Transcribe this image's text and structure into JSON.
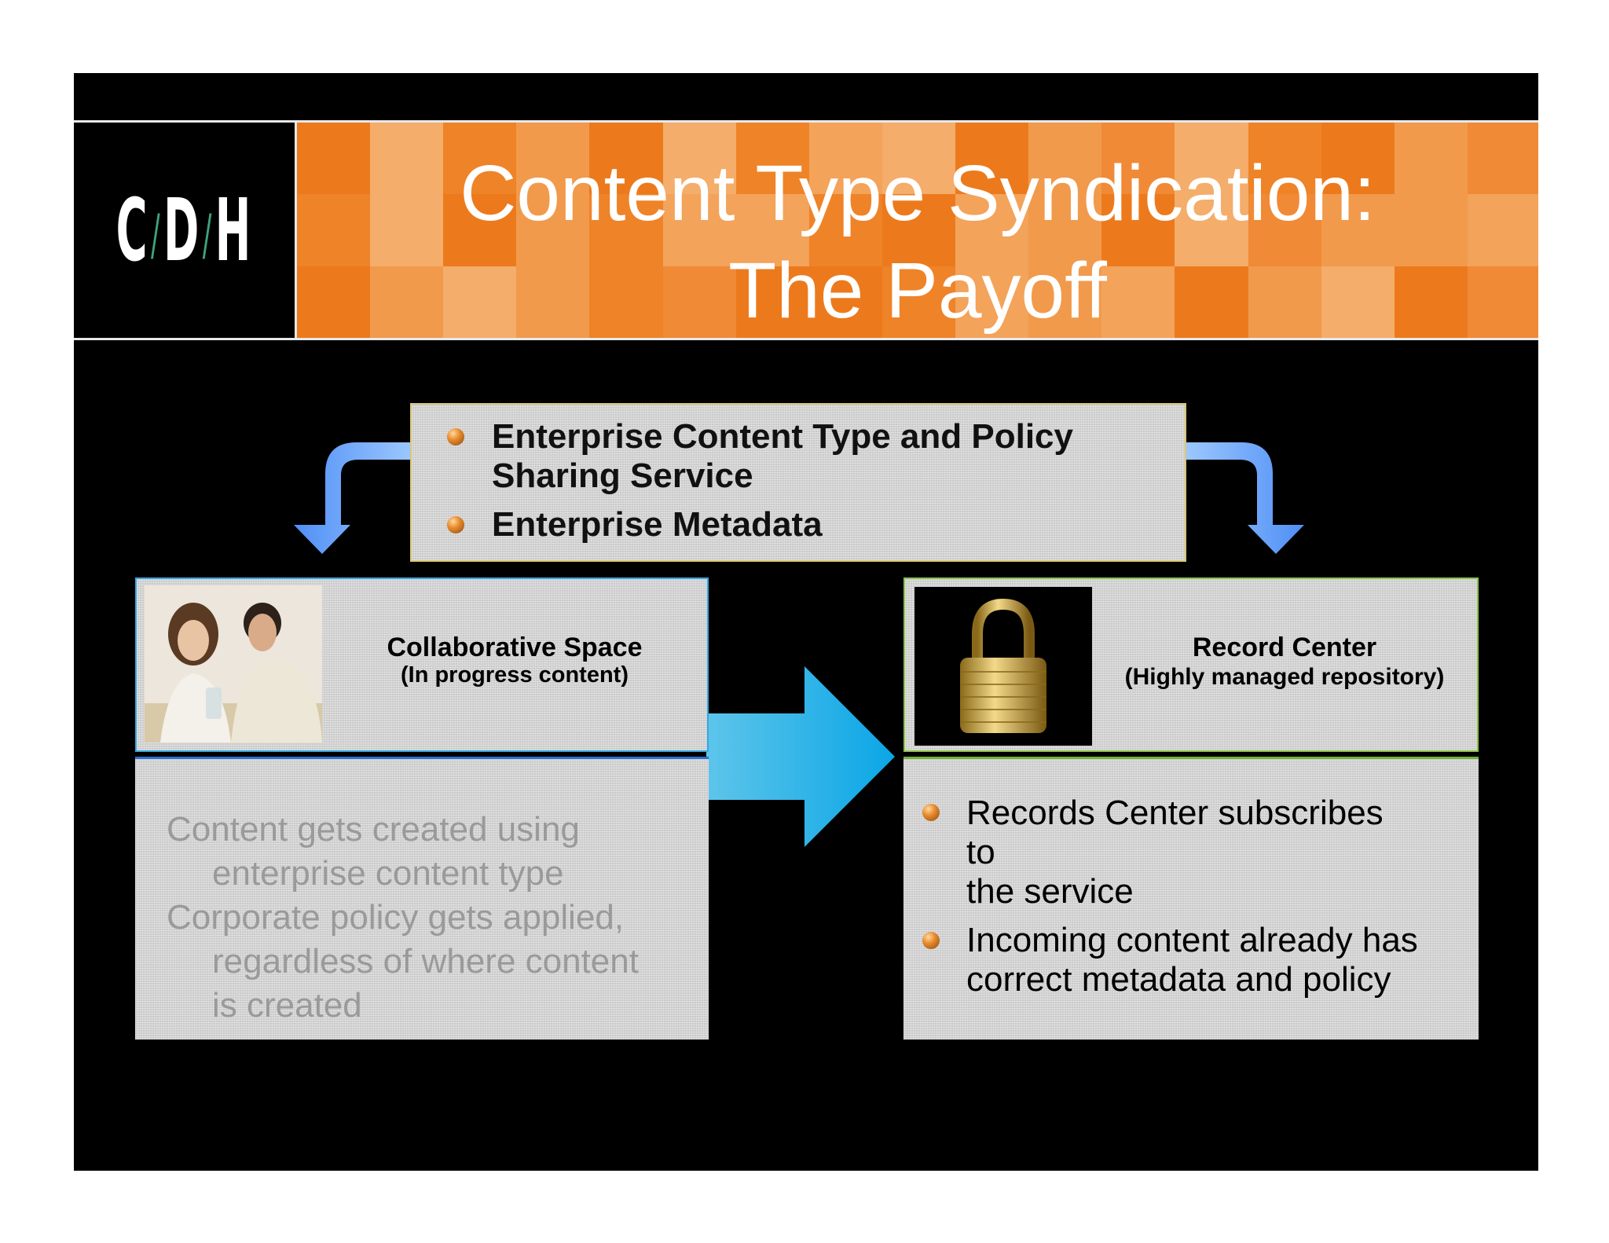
{
  "header": {
    "logo": {
      "letters": [
        "C",
        "D",
        "H"
      ],
      "separator": "/"
    },
    "title_line1": "Content Type Syndication:",
    "title_line2": "The Payoff"
  },
  "service_panel": {
    "items": [
      {
        "line1": "Enterprise Content Type and Policy",
        "line2": "Sharing Service"
      },
      {
        "line1": "Enterprise Metadata",
        "line2": ""
      }
    ]
  },
  "collaborative": {
    "title": "Collaborative Space",
    "subtitle": "(In progress content)",
    "image_icon": "people-photo-icon",
    "body_lines": [
      "Content gets created using",
      "enterprise content type",
      "Corporate policy gets applied,",
      "regardless of where content",
      "is created"
    ]
  },
  "record_center": {
    "title": "Record Center",
    "subtitle": "(Highly managed repository)",
    "image_icon": "padlock-icon",
    "bullets": [
      {
        "lines": [
          "Records Center subscribes",
          "to",
          "the service"
        ]
      },
      {
        "lines": [
          "Incoming content already has",
          "correct metadata and policy"
        ]
      }
    ]
  },
  "colors": {
    "accent_orange": "#ef8328",
    "arrow_blue": "#1fb0e6",
    "curved_arrow_blue": "#6aa6ff",
    "bullet_orange": "#e88a2c"
  }
}
